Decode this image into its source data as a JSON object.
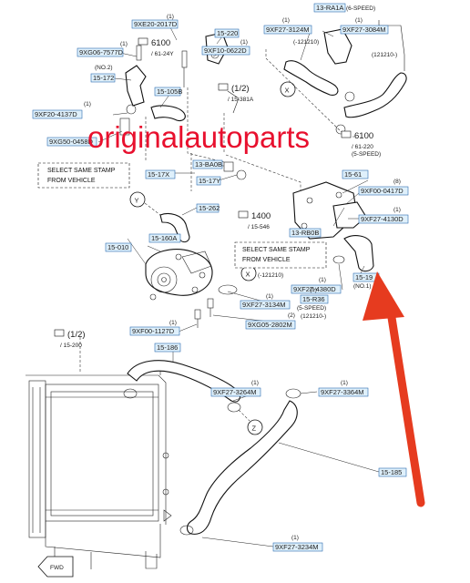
{
  "watermark": "originalautoparts",
  "tags": {
    "t1": "9XE20-2017D",
    "t2": "15-220",
    "t3": "9XG06-7577D",
    "t4": "9XF10-0622D",
    "t5": "15-172",
    "t6": "15-105B",
    "t7": "9XF20-4137D",
    "t8": "9XG50-0458D",
    "t9": "13-BA0B",
    "t10": "15-17X",
    "t11": "15-17Y",
    "t12": "15-262",
    "t13": "13-RB0B",
    "t14": "15-010",
    "t15": "15-160A",
    "t16": "9XF00-1127D",
    "t17": "15-186",
    "t18": "13-RA1A",
    "t19": "9XF27-3124M",
    "t20": "9XF27-3084M",
    "t21": "15-61",
    "t22": "9XF00-0417D",
    "t23": "9XF27-4130D",
    "t24": "15-19",
    "t25": "9XF27-4380D",
    "t26": "9XF27-3134M",
    "t27": "15-R36",
    "t28": "9XG05-2802M",
    "t29": "9XF27-3264M",
    "t30": "9XF27-3364M",
    "t31": "15-185",
    "t32": "9XF27-3234M"
  },
  "refs": {
    "r1": "6100",
    "r1b": "/ 61-24Y",
    "r2": "(1/2)",
    "r2b": "/ 15-381A",
    "r3": "6100",
    "r3b": "/ 61-220",
    "r3c": "(5-SPEED)",
    "r4": "1400",
    "r4b": "/ 15-546",
    "r5": "(1/2)",
    "r5b": "/ 15-200"
  },
  "qty": {
    "q1": "(1)",
    "q2": "(1)",
    "q3": "(1)",
    "q4": "(1)",
    "q5": "(1)",
    "q6": "(1)",
    "q7": "(8)",
    "q8": "(1)",
    "q9": "(1)",
    "q10": "(1)",
    "q11": "(1)",
    "q12": "(2)",
    "q13": "(1)",
    "q14": "(1)",
    "q15": "(1)",
    "q16": "(1)"
  },
  "notes": {
    "n1": "(NO.2)",
    "n2a": "SELECT SAME STAMP",
    "n2b": "FROM VEHICLE",
    "n3a": "SELECT SAME STAMP",
    "n3b": "FROM VEHICLE",
    "n4": "(6-SPEED)",
    "n5": "(-121210)",
    "n6": "(121210-)",
    "n7": "(-121210)",
    "n8": "(5-SPEED)",
    "n9": "(121210-)",
    "n10": "(NO.1)"
  },
  "markers": {
    "x": "X",
    "y": "Y",
    "z": "Z",
    "fwd": "FWD"
  },
  "colors": {
    "watermark": "#e8102e",
    "arrow": "#e63b1f",
    "tag_fill": "#dff0fb",
    "tag_border": "#2b6cb0"
  }
}
